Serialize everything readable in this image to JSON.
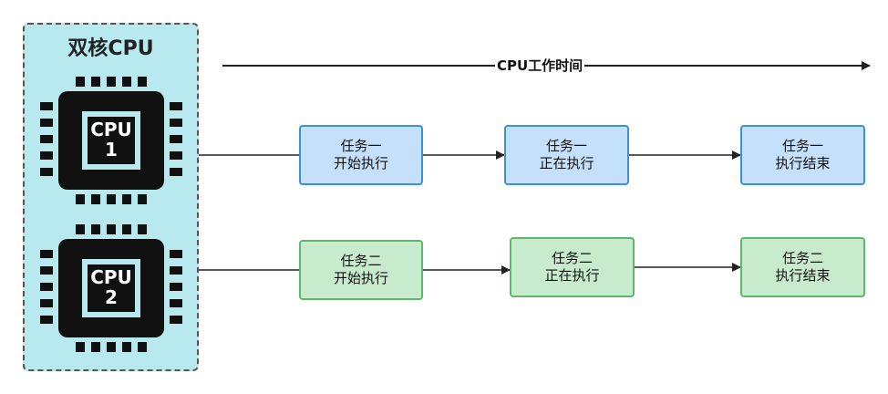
{
  "panel": {
    "title": "双核CPU"
  },
  "cpus": [
    {
      "line1": "CPU",
      "line2": "1"
    },
    {
      "line1": "CPU",
      "line2": "2"
    }
  ],
  "timeline": {
    "label": "CPU工作时间"
  },
  "tasks": {
    "row1": [
      {
        "line1": "任务一",
        "line2": "开始执行"
      },
      {
        "line1": "任务一",
        "line2": "正在执行"
      },
      {
        "line1": "任务一",
        "line2": "执行结束"
      }
    ],
    "row2": [
      {
        "line1": "任务二",
        "line2": "开始执行"
      },
      {
        "line1": "任务二",
        "line2": "正在执行"
      },
      {
        "line1": "任务二",
        "line2": "执行结束"
      }
    ]
  },
  "colors": {
    "panel": "#b7e9ef",
    "task_blue_fill": "#c4e0fb",
    "task_blue_border": "#3d8fd9",
    "task_green_fill": "#c7ebcc",
    "task_green_border": "#5cb86a"
  }
}
